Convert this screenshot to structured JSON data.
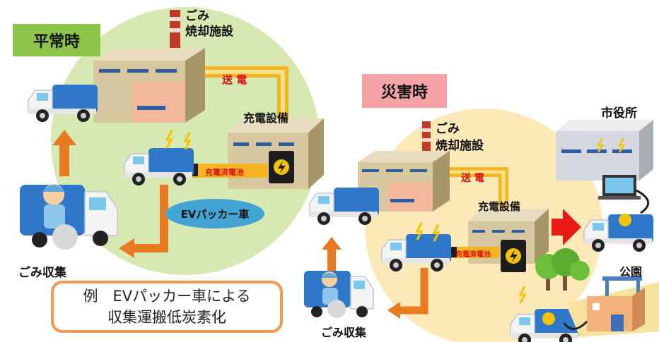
{
  "normal": {
    "title": "平常時",
    "incinerator_line1": "ごみ",
    "incinerator_line2": "焼却施設",
    "power_transmission": "送 電",
    "charging_facility": "充電設備",
    "charged_battery": "充電済電池",
    "ev_truck": "EVパッカー車",
    "garbage_collection": "ごみ収集"
  },
  "example": {
    "line1": "例　EVパッカー車による",
    "line2": "収集運搬低炭素化"
  },
  "disaster": {
    "title": "災害時",
    "incinerator_line1": "ごみ",
    "incinerator_line2": "焼却施設",
    "power_transmission": "送 電",
    "charging_facility": "充電設備",
    "charged_battery": "充電済電池",
    "city_hall": "市役所",
    "park": "公園",
    "garbage_collection": "ごみ収集"
  },
  "colors": {
    "normal_circle": "#d6e9b2",
    "disaster_circle": "#fde8b8",
    "normal_label_bg": "#8cc44a",
    "disaster_label_bg": "#f4a3a7",
    "arrow_orange": "#e87a22",
    "power_line": "#f5b520",
    "ev_ellipse": "#43a3d2",
    "red_arrow": "#e81a14",
    "example_border": "#f09a54"
  }
}
